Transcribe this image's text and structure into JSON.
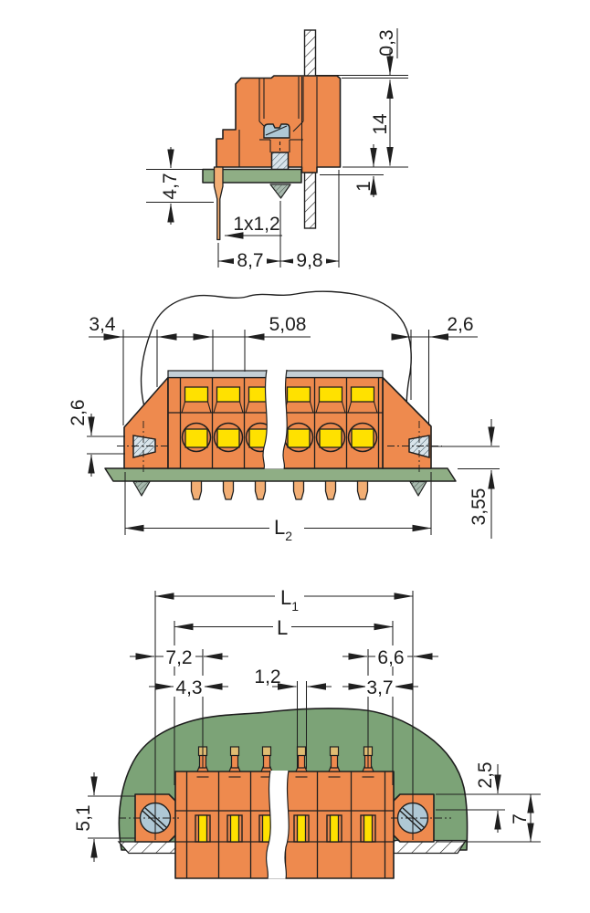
{
  "drawing": {
    "description": "terminal block dimensional drawing, three views",
    "views": {
      "side": {
        "dims": {
          "d03": "0,3",
          "d14": "14",
          "d1": "1",
          "d47": "4,7",
          "pin_cross_section": "1x1,2",
          "d87": "8,7",
          "d98": "9,8"
        }
      },
      "front": {
        "dims": {
          "d34": "3,4",
          "d508": "5,08",
          "d26_right": "2,6",
          "d26_left": "2,6",
          "d355": "3,55",
          "L2": {
            "main": "L",
            "sub": "2"
          }
        }
      },
      "top": {
        "dims": {
          "L1": {
            "main": "L",
            "sub": "1"
          },
          "L": "L",
          "d72": "7,2",
          "d66": "6,6",
          "d43": "4,3",
          "d12": "1,2",
          "d37": "3,7",
          "d25": "2,5",
          "d7": "7",
          "d51": "5,1"
        }
      }
    },
    "colors": {
      "line": "#1f1f1f",
      "c_orange": "#EE8A4E",
      "c_pin": "#F2AE74",
      "c_tan": "#DFBC72",
      "c_yellow": "#FFE100",
      "c_pcb": "#8FAE85",
      "c_panel": "#7CA377",
      "c_screw": "#AFC8D5",
      "c_screwlight": "#D9E4EA",
      "c_lid": "#C4CFD6",
      "c_cone": "#A8B9AE"
    }
  }
}
